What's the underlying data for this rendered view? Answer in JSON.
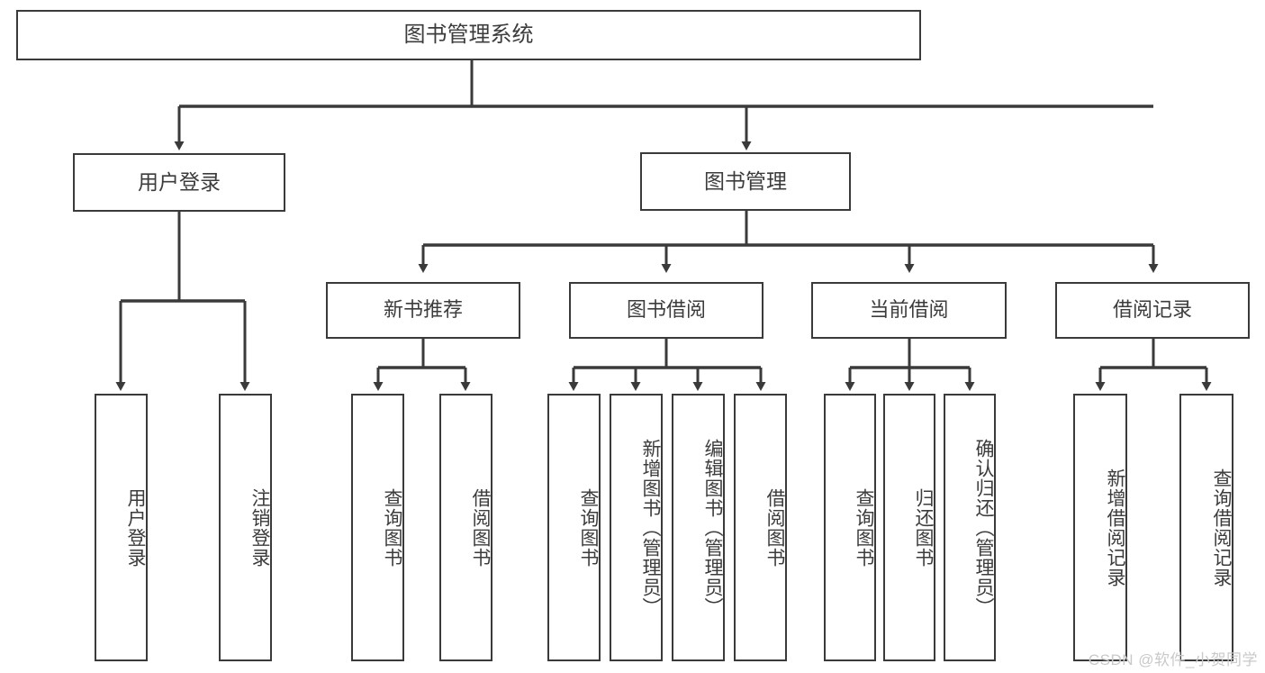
{
  "diagram": {
    "type": "tree",
    "title": "图书管理系统",
    "root": {
      "label": "图书管理系统"
    },
    "level2": [
      {
        "label": "用户登录"
      },
      {
        "label": "图书管理"
      }
    ],
    "level3": [
      {
        "label": "新书推荐"
      },
      {
        "label": "图书借阅"
      },
      {
        "label": "当前借阅"
      },
      {
        "label": "借阅记录"
      }
    ],
    "leaves": {
      "user_login": [
        {
          "label": "用户登录"
        },
        {
          "label": "注销登录"
        }
      ],
      "new_book_recommend": [
        {
          "label": "查询图书"
        },
        {
          "label": "借阅图书"
        }
      ],
      "book_borrow": [
        {
          "label": "查询图书"
        },
        {
          "label": "新增图书（管理员）"
        },
        {
          "label": "编辑图书（管理员）"
        },
        {
          "label": "借阅图书"
        }
      ],
      "current_borrow": [
        {
          "label": "查询图书"
        },
        {
          "label": "归还图书"
        },
        {
          "label": "确认归还（管理员）"
        }
      ],
      "borrow_record": [
        {
          "label": "新增借阅记录"
        },
        {
          "label": "查询借阅记录"
        }
      ]
    }
  },
  "watermark": {
    "text": "CSDN @软件_小贺同学"
  },
  "colors": {
    "stroke": "#3a3a3a",
    "text": "#3c3c3c",
    "background": "#ffffff",
    "watermark": "#c9c9c9"
  }
}
